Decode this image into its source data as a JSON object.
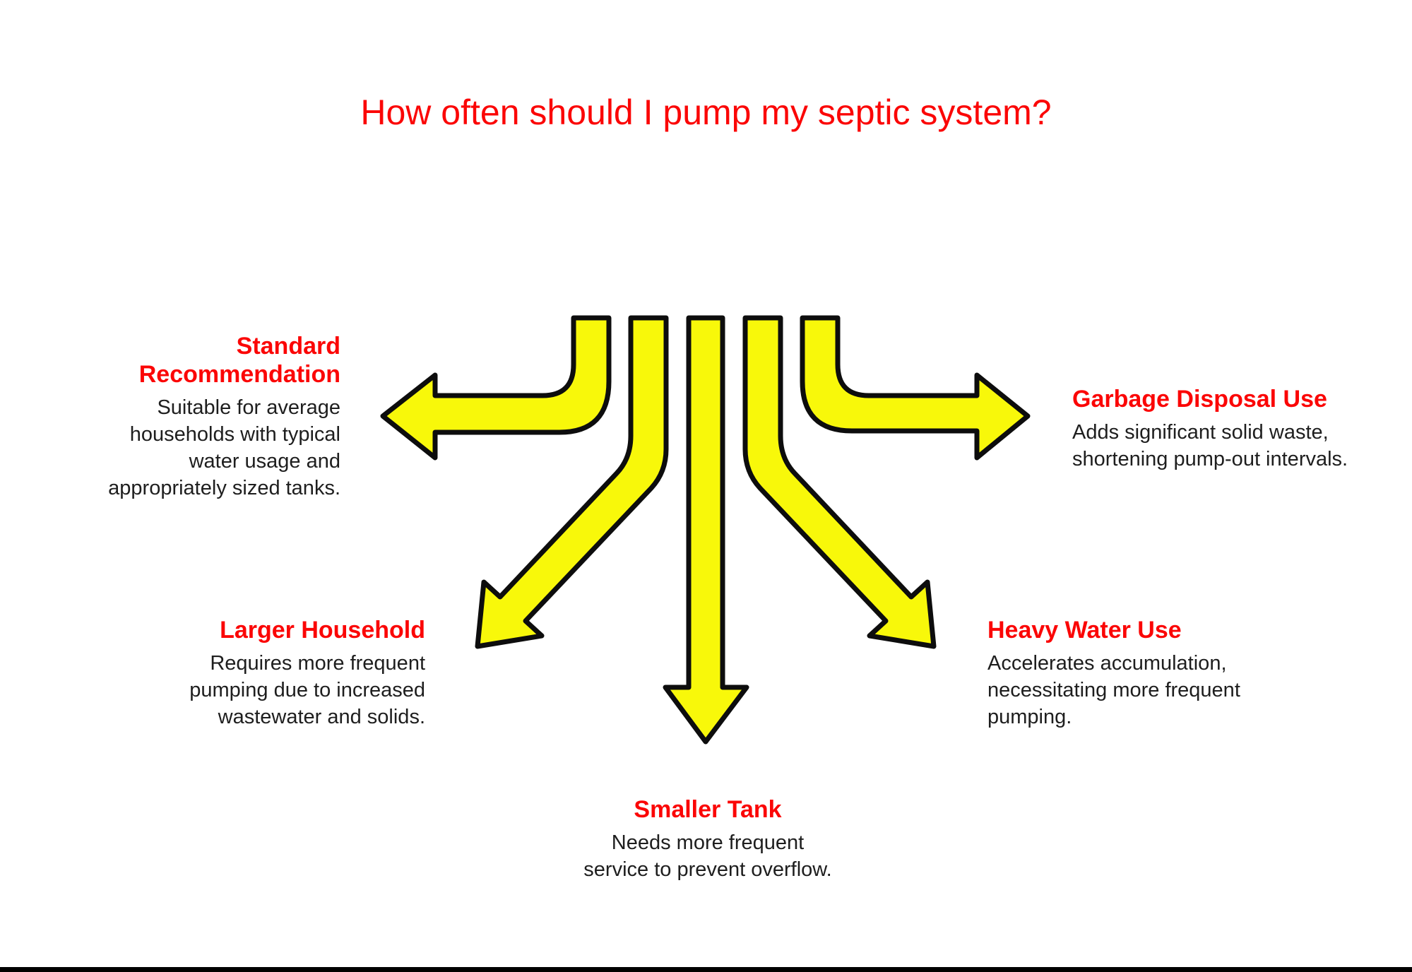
{
  "title": "How often should I pump my septic system?",
  "colors": {
    "accent_red": "#fb0606",
    "arrow_yellow": "#f8f80a",
    "arrow_outline": "#0d0d0d",
    "body_text": "#1e1e1e",
    "background": "#ffffff",
    "footer_bar": "#000000"
  },
  "diagram": {
    "type": "radial-arrow-infographic",
    "nodes": [
      {
        "key": "standard-recommendation",
        "direction": "left",
        "heading": "Standard\nRecommendation",
        "body": "Suitable for average\nhouseholds with typical\nwater usage and\nappropriately sized tanks."
      },
      {
        "key": "garbage-disposal-use",
        "direction": "right",
        "heading": "Garbage Disposal Use",
        "body": "Adds significant solid waste,\nshortening pump-out intervals."
      },
      {
        "key": "larger-household",
        "direction": "down-left",
        "heading": "Larger Household",
        "body": "Requires more frequent\npumping due to increased\nwastewater and solids."
      },
      {
        "key": "heavy-water-use",
        "direction": "down-right",
        "heading": "Heavy Water Use",
        "body": "Accelerates accumulation,\nnecessitating more frequent\npumping."
      },
      {
        "key": "smaller-tank",
        "direction": "down",
        "heading": "Smaller Tank",
        "body": "Needs more frequent\nservice to prevent overflow."
      }
    ]
  }
}
